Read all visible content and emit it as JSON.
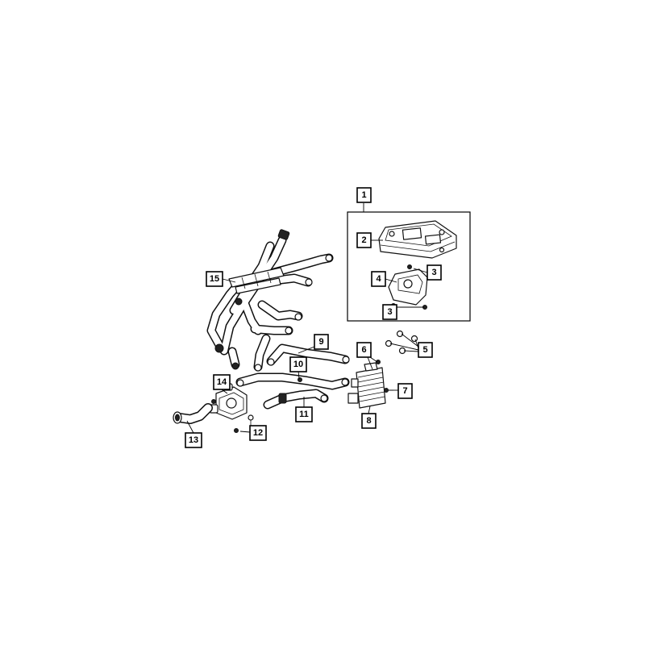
{
  "diagram": {
    "callouts": [
      {
        "label": "1"
      },
      {
        "label": "2"
      },
      {
        "label": "3"
      },
      {
        "label": "4"
      },
      {
        "label": "3"
      },
      {
        "label": "5"
      },
      {
        "label": "6"
      },
      {
        "label": "7"
      },
      {
        "label": "8"
      },
      {
        "label": "9"
      },
      {
        "label": "10"
      },
      {
        "label": "11"
      },
      {
        "label": "12"
      },
      {
        "label": "13"
      },
      {
        "label": "14"
      },
      {
        "label": "15"
      }
    ]
  }
}
